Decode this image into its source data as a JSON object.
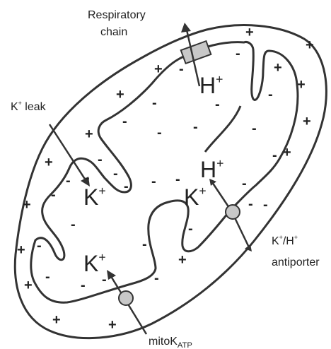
{
  "labels": {
    "respiratory_chain_line1": "Respiratory",
    "respiratory_chain_line2": "chain",
    "k_leak_base": "K",
    "k_leak_sup": "+",
    "k_leak_suffix": " leak",
    "antiporter_line1_k": "K",
    "antiporter_line1_sup1": "+",
    "antiporter_line1_mid": "/H",
    "antiporter_line1_sup2": "+",
    "antiporter_line2": "antiporter",
    "mitokatp_base": "mitoK",
    "mitokatp_sub": "ATP"
  },
  "ions": {
    "h_top": {
      "base": "H",
      "sup": "+"
    },
    "h_mid": {
      "base": "H",
      "sup": "+"
    },
    "k_left": {
      "base": "K",
      "sup": "+"
    },
    "k_mid": {
      "base": "K",
      "sup": "+"
    },
    "k_bottom": {
      "base": "K",
      "sup": "+"
    }
  },
  "charges": {
    "positive": "+",
    "negative": "-"
  },
  "colors": {
    "membrane": "#333333",
    "transporter_fill": "#c8c8c8",
    "text": "#222222"
  }
}
